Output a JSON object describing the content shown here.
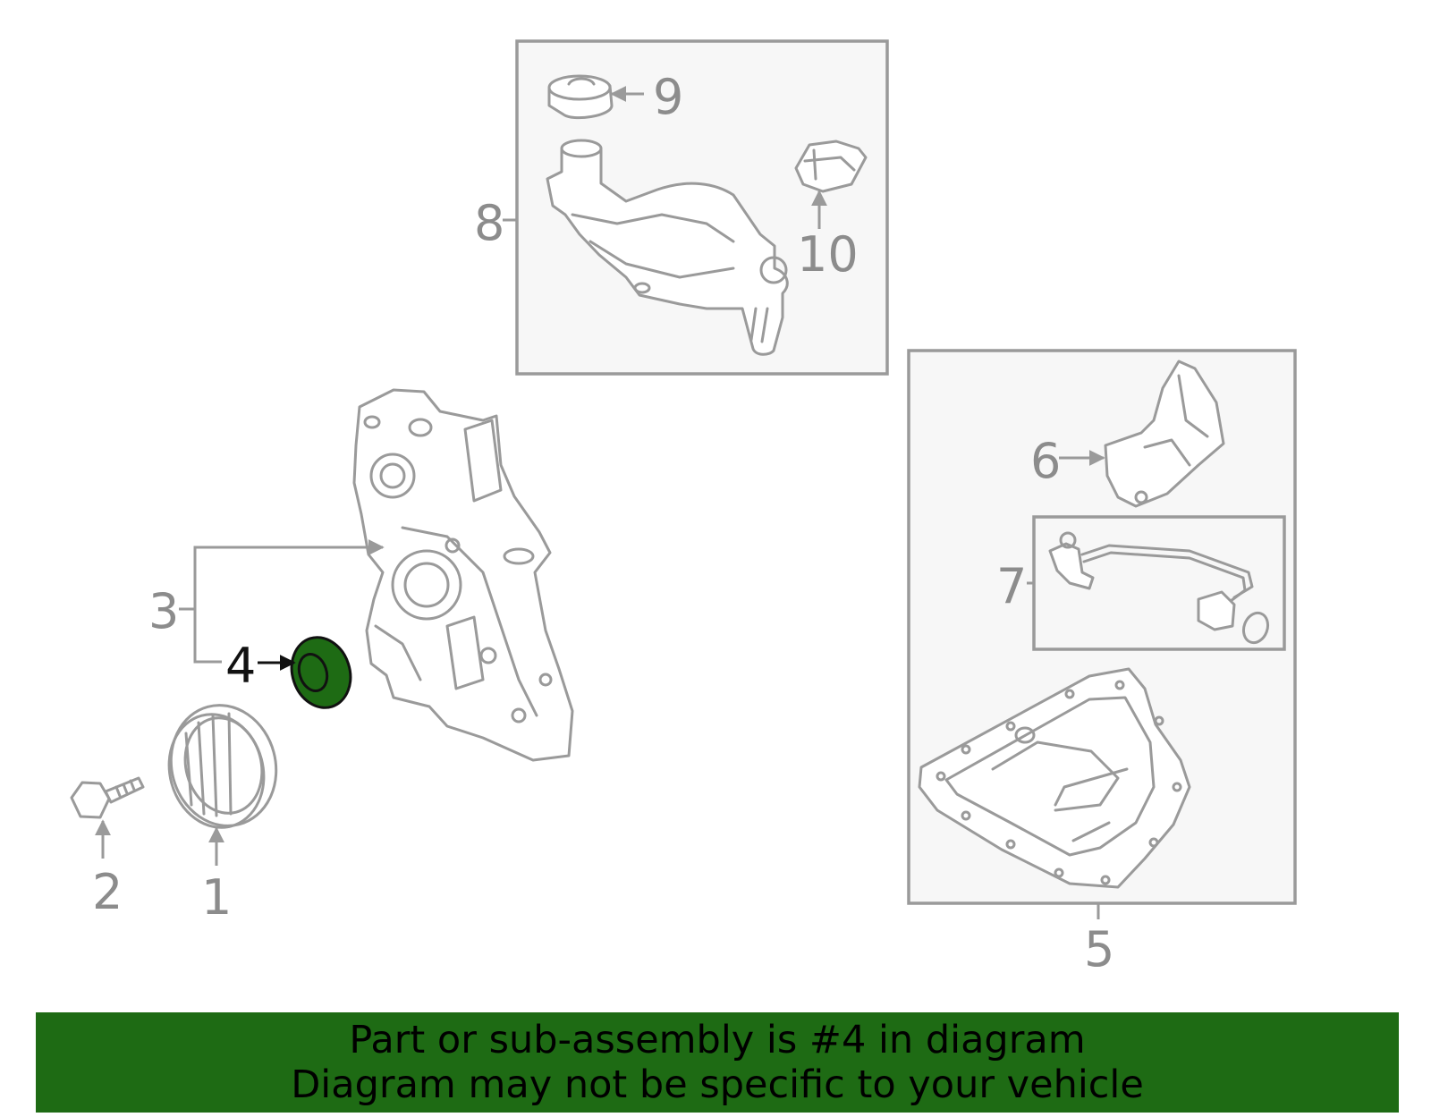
{
  "callouts": {
    "c1": "1",
    "c2": "2",
    "c3": "3",
    "c4": "4",
    "c5": "5",
    "c6": "6",
    "c7": "7",
    "c8": "8",
    "c9": "9",
    "c10": "10"
  },
  "highlight": {
    "part_number": "4",
    "color": "#1e6b14"
  },
  "banner": {
    "line1": "Part or sub-assembly is #4 in diagram",
    "line2": "Diagram may not be specific to your vehicle",
    "background": "#1e6b14"
  }
}
